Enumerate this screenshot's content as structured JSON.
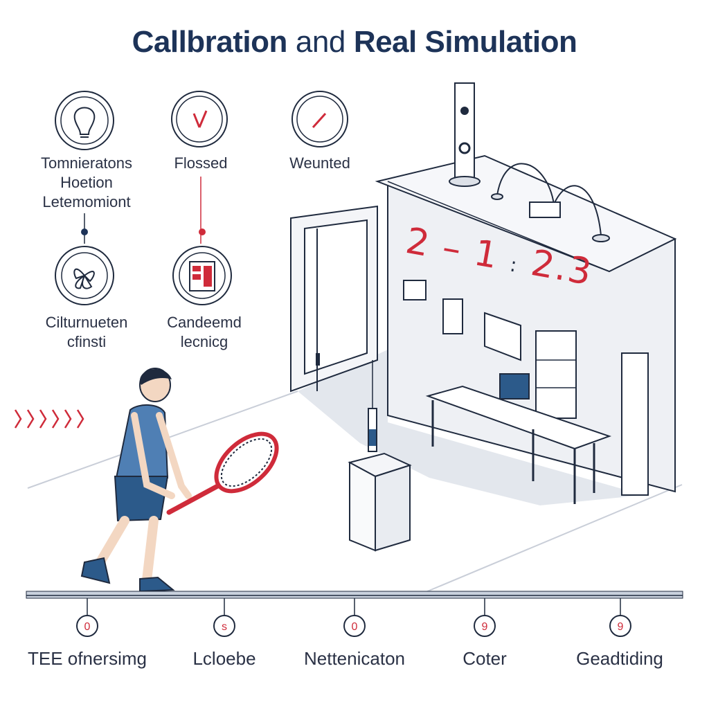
{
  "title": {
    "part1": "Callbration",
    "part2": "and",
    "part3": "Real Simulation"
  },
  "icons": [
    {
      "id": "bulb",
      "lines": [
        "Tomnieratons",
        "Hoetion",
        "Letemomiont"
      ]
    },
    {
      "id": "clock-a",
      "lines": [
        "Flossed"
      ]
    },
    {
      "id": "clock-b",
      "lines": [
        "Weunted"
      ]
    },
    {
      "id": "fan",
      "lines": [
        "Cilturnueten",
        "cfinsti"
      ]
    },
    {
      "id": "card",
      "lines": [
        "Candeemd",
        "lecnicg"
      ]
    }
  ],
  "wall_readout": {
    "left": "2 – 1",
    "colon": ":",
    "right": "2.3"
  },
  "timeline": [
    {
      "marker": "0",
      "label": "TEE ofnersimg"
    },
    {
      "marker": "s",
      "label": "Lcloebe"
    },
    {
      "marker": "0",
      "label": "Nettenicaton"
    },
    {
      "marker": "9",
      "label": "Coter"
    },
    {
      "marker": "9",
      "label": "Geadtiding"
    }
  ],
  "colors": {
    "navy": "#1d3358",
    "red": "#cf2b3a",
    "shirt": "#4f7fb4",
    "shorts": "#2c5a8a",
    "line": "#2a3145"
  }
}
